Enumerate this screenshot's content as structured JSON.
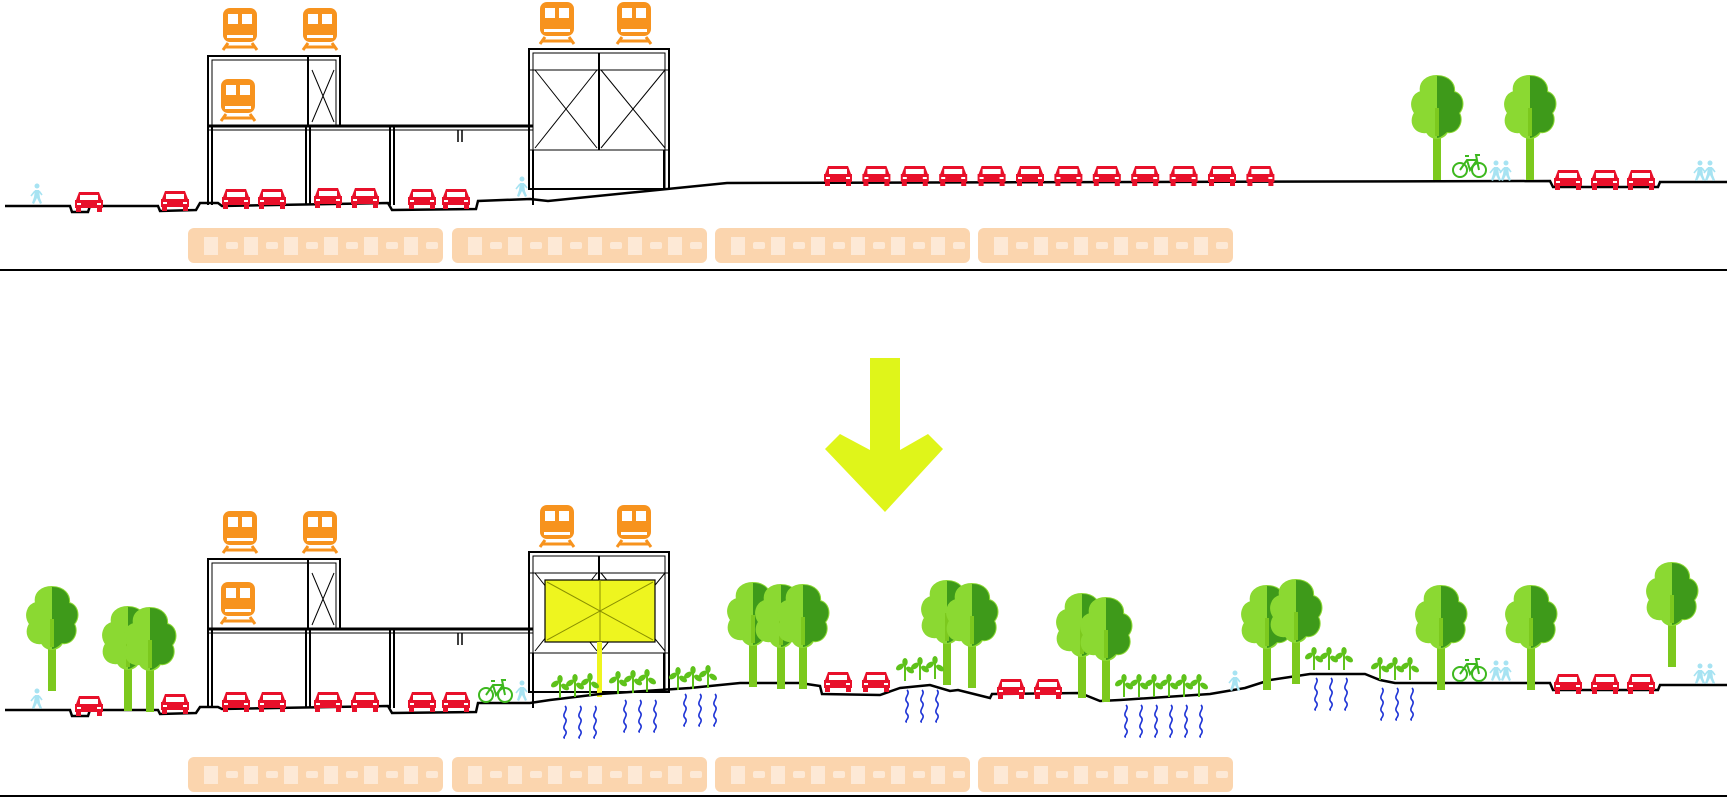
{
  "diagram": {
    "panels": [
      {
        "id": "before",
        "elements": [
          "elevated-railway",
          "railway-viaduct-blocks",
          "parking-under-viaduct",
          "street-level-cars",
          "underground-train",
          "trees",
          "cyclist",
          "pedestrians"
        ]
      },
      {
        "id": "after",
        "elements": [
          "elevated-railway",
          "green-billboard-panel",
          "trees",
          "planting-strips",
          "water-infiltration",
          "cyclists",
          "street-level-cars",
          "underground-train",
          "pedestrians"
        ]
      }
    ],
    "transition_arrow": {
      "direction": "down",
      "color": "#DFF51A"
    },
    "colors": {
      "train": "#F7931E",
      "underground_train": "#FBD5AE",
      "car": "#E8102A",
      "tree_light": "#8BD932",
      "tree_dark": "#3E9A1A",
      "trunk": "#7CC91E",
      "plants": "#5EC21A",
      "water": "#1F35D6",
      "billboard": "#EEF51F",
      "pedestrian": "#A7E3F2",
      "bicycle": "#3DB81E",
      "ground_line": "#000000"
    },
    "icons": [
      "train-icon",
      "car-icon",
      "tree-icon",
      "bicycle-icon",
      "pedestrian-icon",
      "water-icon",
      "plant-icon"
    ]
  }
}
